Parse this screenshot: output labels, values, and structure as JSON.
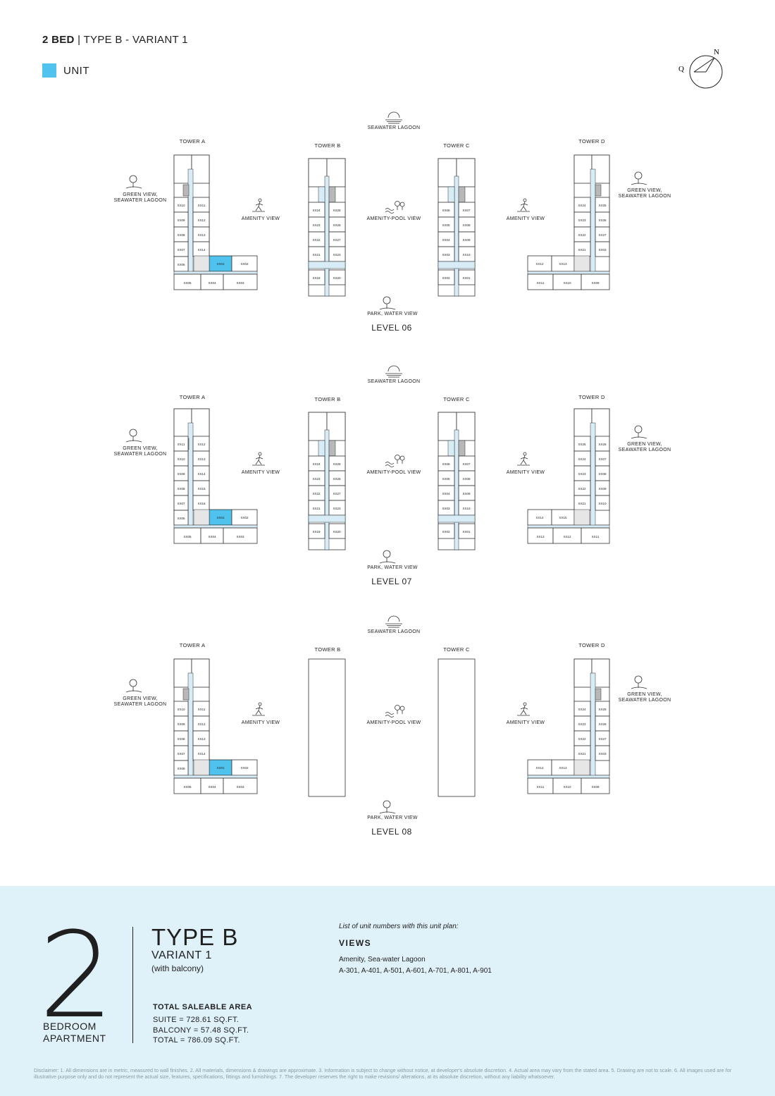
{
  "header": {
    "bed_label": "2 BED",
    "separator": "|",
    "type_label": "TYPE B - VARIANT 1"
  },
  "legend": {
    "label": "UNIT",
    "color": "#4fc3ee"
  },
  "compass": {
    "north_label": "N",
    "qibla_label": "Q"
  },
  "colors": {
    "unit_highlight": "#4fc3ee",
    "corridor": "#d7ecf6",
    "core": "#b8b8b8",
    "footer_bg": "#dff1f9",
    "outline": "#333333"
  },
  "site_labels": {
    "seawater_lagoon": "SEAWATER LAGOON",
    "green_view_line1": "GREEN VIEW,",
    "green_view_line2": "SEAWATER LAGOON",
    "amenity_view": "AMENITY VIEW",
    "amenity_pool_view": "AMENITY-POOL VIEW",
    "park_water_view": "PARK, WATER VIEW",
    "tower_a": "TOWER A",
    "tower_b": "TOWER B",
    "tower_c": "TOWER C",
    "tower_d": "TOWER D"
  },
  "levels": [
    {
      "name": "LEVEL 06",
      "tower_a_left": [
        "XX10",
        "XX09",
        "XX08",
        "XX07",
        "XX06"
      ],
      "tower_a_right": [
        "XX11",
        "XX12",
        "XX13",
        "XX14"
      ],
      "tower_a_wing": [
        "XX01",
        "XX02"
      ],
      "tower_a_bottom": [
        "XX05",
        "XX04",
        "XX03"
      ],
      "tower_b_left": [
        "XX24",
        "XX23",
        "XX22",
        "XX21",
        "XX18"
      ],
      "tower_b_right": [
        "XX25",
        "XX26",
        "XX27",
        "XX23",
        "XX20"
      ],
      "tower_c_left": [
        "XX06",
        "XX05",
        "XX04",
        "XX03",
        "XX02"
      ],
      "tower_c_right": [
        "XX07",
        "XX08",
        "XX09",
        "XX10",
        "XX01"
      ],
      "tower_d_left": [
        "XX24",
        "XX23",
        "XX22",
        "XX21"
      ],
      "tower_d_right": [
        "XX25",
        "XX26",
        "XX27",
        "XX03"
      ],
      "tower_d_wing": [
        "XX12",
        "XX13"
      ],
      "tower_d_bottom": [
        "XX11",
        "XX10",
        "XX09"
      ]
    },
    {
      "name": "LEVEL 07",
      "tower_a_left": [
        "XX11",
        "XX10",
        "XX09",
        "XX08",
        "XX07",
        "XX06"
      ],
      "tower_a_right": [
        "XX12",
        "XX13",
        "XX14",
        "XX15",
        "XX16"
      ],
      "tower_a_wing": [
        "XX01",
        "XX02"
      ],
      "tower_a_bottom": [
        "XX05",
        "XX04",
        "XX03"
      ],
      "tower_b_left": [
        "XX24",
        "XX23",
        "XX22",
        "XX21",
        "XX19"
      ],
      "tower_b_right": [
        "XX25",
        "XX26",
        "XX27",
        "XX23",
        "XX20"
      ],
      "tower_c_left": [
        "XX06",
        "XX05",
        "XX04",
        "XX03",
        "XX02"
      ],
      "tower_c_right": [
        "XX07",
        "XX08",
        "XX09",
        "XX10",
        "XX01"
      ],
      "tower_d_left": [
        "XX25",
        "XX24",
        "XX23",
        "XX22",
        "XX21"
      ],
      "tower_d_right": [
        "XX26",
        "XX07",
        "XX08",
        "XX09",
        "XX10"
      ],
      "tower_d_wing": [
        "XX14",
        "XX15"
      ],
      "tower_d_bottom": [
        "XX13",
        "XX12",
        "XX11"
      ]
    },
    {
      "name": "LEVEL 08",
      "tower_a_left": [
        "XX10",
        "XX09",
        "XX08",
        "XX07",
        "XX06"
      ],
      "tower_a_right": [
        "XX11",
        "XX12",
        "XX13",
        "XX14"
      ],
      "tower_a_wing": [
        "XX01",
        "XX02"
      ],
      "tower_a_bottom": [
        "XX05",
        "XX04",
        "XX03"
      ],
      "tower_d_left": [
        "XX24",
        "XX23",
        "XX22",
        "XX21"
      ],
      "tower_d_right": [
        "XX25",
        "XX26",
        "XX27",
        "XX03"
      ],
      "tower_d_wing": [
        "XX12",
        "XX13"
      ],
      "tower_d_bottom": [
        "XX11",
        "XX10",
        "XX09"
      ]
    }
  ],
  "summary": {
    "bedroom_count": "2",
    "bedroom_line1": "BEDROOM",
    "bedroom_line2": "APARTMENT",
    "type": "TYPE B",
    "variant": "VARIANT 1",
    "balcony_note": "(with balcony)",
    "area_title": "TOTAL SALEABLE AREA",
    "suite": "SUITE = 728.61 SQ.FT.",
    "balcony": "BALCONY = 57.48 SQ.FT.",
    "total": "TOTAL = 786.09 SQ.FT.",
    "list_note": "List of unit numbers with this unit plan:",
    "views_title": "VIEWS",
    "views_text": "Amenity, Sea-water Lagoon",
    "units": "A-301, A-401, A-501, A-601, A-701, A-801, A-901"
  },
  "disclaimer": "Disclaimer: 1. All dimensions are in metric, measured to wall finishes. 2. All materials, dimensions & drawings are approximate. 3. Information is subject to change without notice, at developer's absolute discretion. 4. Actual area may vary from the stated area. 5. Drawing are not to scale. 6. All images used are for illustrative purpose only and do not represent the actual size, features, specifications, fittings and furnishings. 7. The developer reserves the right to make revisions/ alterations, at its absolute discretion, without any liability whatsoever."
}
